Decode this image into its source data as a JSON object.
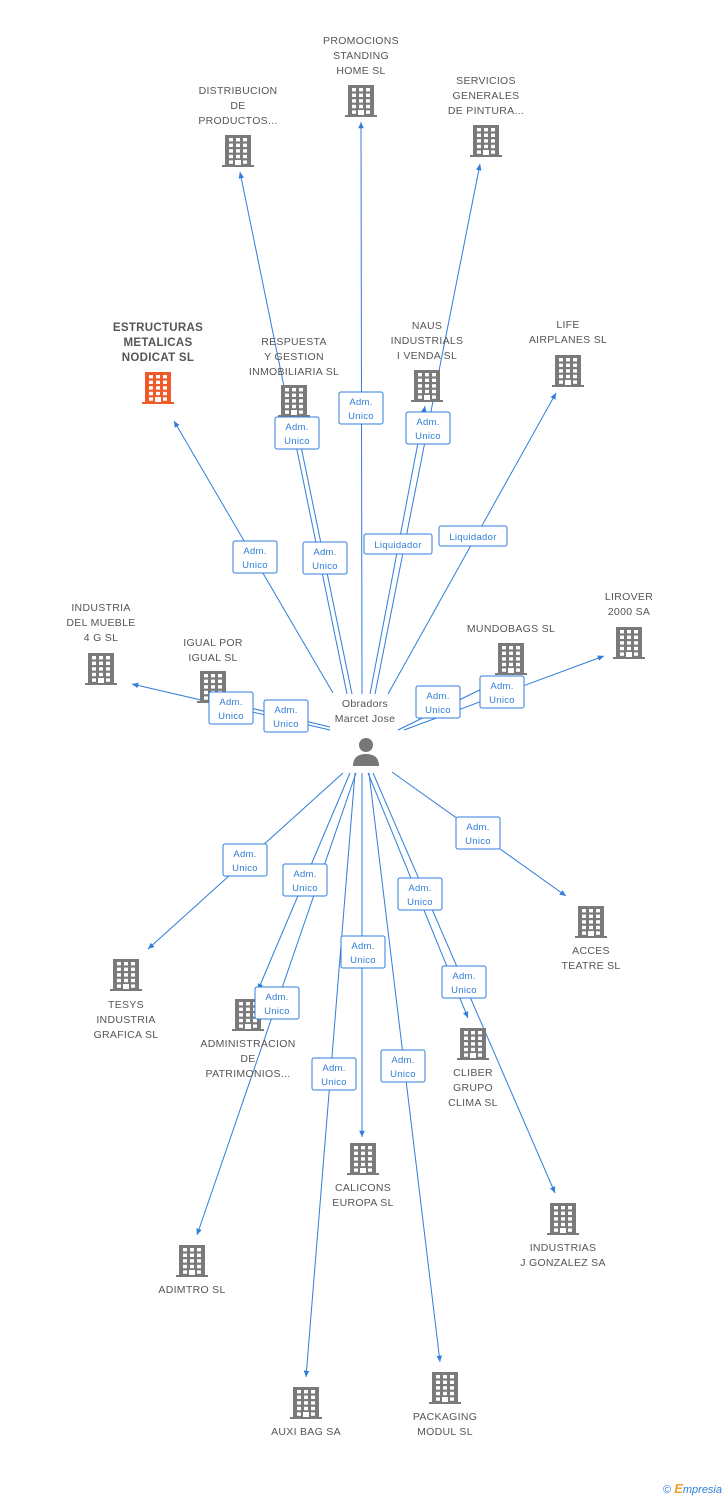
{
  "colors": {
    "edge": "#2f7ed8",
    "node": "#7a7a7a",
    "main_node": "#f05a28",
    "text": "#555555"
  },
  "person": {
    "label": [
      "Obradors",
      "Marcet Jose"
    ],
    "icon": "person-icon"
  },
  "companies": [
    {
      "id": "estructuras",
      "label": [
        "ESTRUCTURAS",
        "METALICAS",
        "NODICAT SL"
      ],
      "main": true
    },
    {
      "id": "distribucion",
      "label": [
        "DISTRIBUCION",
        "DE",
        "PRODUCTOS..."
      ]
    },
    {
      "id": "promocions",
      "label": [
        "PROMOCIONS",
        "STANDING",
        "HOME SL"
      ]
    },
    {
      "id": "servicios",
      "label": [
        "SERVICIOS",
        "GENERALES",
        "DE PINTURA..."
      ]
    },
    {
      "id": "respuesta",
      "label": [
        "RESPUESTA",
        "Y GESTION",
        "INMOBILIARIA SL"
      ]
    },
    {
      "id": "naus",
      "label": [
        "NAUS",
        "INDUSTRIALS",
        "I VENDA SL"
      ]
    },
    {
      "id": "life",
      "label": [
        "LIFE",
        "AIRPLANES SL"
      ]
    },
    {
      "id": "industria_mueble",
      "label": [
        "INDUSTRIA",
        "DEL MUEBLE",
        "4 G SL"
      ]
    },
    {
      "id": "igual",
      "label": [
        "IGUAL POR",
        "IGUAL SL"
      ]
    },
    {
      "id": "mundobags",
      "label": [
        "MUNDOBAGS SL"
      ]
    },
    {
      "id": "lirover",
      "label": [
        "LIROVER",
        "2000 SA"
      ]
    },
    {
      "id": "acces",
      "label": [
        "ACCES",
        "TEATRE SL"
      ]
    },
    {
      "id": "tesys",
      "label": [
        "TESYS",
        "INDUSTRIA",
        "GRAFICA SL"
      ]
    },
    {
      "id": "administracion",
      "label": [
        "ADMINISTRACION",
        "DE",
        "PATRIMONIOS..."
      ]
    },
    {
      "id": "cliber",
      "label": [
        "CLIBER",
        "GRUPO",
        "CLIMA SL"
      ]
    },
    {
      "id": "calicons",
      "label": [
        "CALICONS",
        "EUROPA SL"
      ]
    },
    {
      "id": "industrias_jg",
      "label": [
        "INDUSTRIAS",
        "J GONZALEZ SA"
      ]
    },
    {
      "id": "adimtro",
      "label": [
        "ADIMTRO SL"
      ]
    },
    {
      "id": "auxi",
      "label": [
        "AUXI BAG SA"
      ]
    },
    {
      "id": "packaging",
      "label": [
        "PACKAGING",
        "MODUL SL"
      ]
    }
  ],
  "relations": [
    {
      "target": "estructuras",
      "role": [
        "Adm.",
        "Unico"
      ]
    },
    {
      "target": "distribucion",
      "role": [
        "Adm.",
        "Unico"
      ]
    },
    {
      "target": "respuesta",
      "role": [
        "Adm.",
        "Unico"
      ]
    },
    {
      "target": "promocions",
      "role": [
        "Adm.",
        "Unico"
      ]
    },
    {
      "target": "naus",
      "role": [
        "Liquidador"
      ]
    },
    {
      "target": "servicios",
      "role": [
        "Adm.",
        "Unico"
      ]
    },
    {
      "target": "life",
      "role": [
        "Liquidador"
      ]
    },
    {
      "target": "industria_mueble",
      "role": [
        "Adm.",
        "Unico"
      ]
    },
    {
      "target": "igual",
      "role": [
        "Adm.",
        "Unico"
      ]
    },
    {
      "target": "mundobags",
      "role": [
        "Adm.",
        "Unico"
      ]
    },
    {
      "target": "lirover",
      "role": [
        "Adm.",
        "Unico"
      ]
    },
    {
      "target": "acces",
      "role": [
        "Adm.",
        "Unico"
      ]
    },
    {
      "target": "tesys",
      "role": [
        "Adm.",
        "Unico"
      ]
    },
    {
      "target": "administracion",
      "role": [
        "Adm.",
        "Unico"
      ]
    },
    {
      "target": "adimtro",
      "role": [
        "Adm.",
        "Unico"
      ]
    },
    {
      "target": "calicons",
      "role": [
        "Adm.",
        "Unico"
      ]
    },
    {
      "target": "cliber",
      "role": [
        "Adm.",
        "Unico"
      ]
    },
    {
      "target": "industrias_jg",
      "role": [
        "Adm.",
        "Unico"
      ]
    },
    {
      "target": "auxi",
      "role": [
        "Adm.",
        "Unico"
      ]
    },
    {
      "target": "packaging",
      "role": [
        "Adm.",
        "Unico"
      ]
    }
  ],
  "footer": {
    "copyright": "©",
    "brand_initial": "E",
    "brand_rest": "mpresia"
  }
}
